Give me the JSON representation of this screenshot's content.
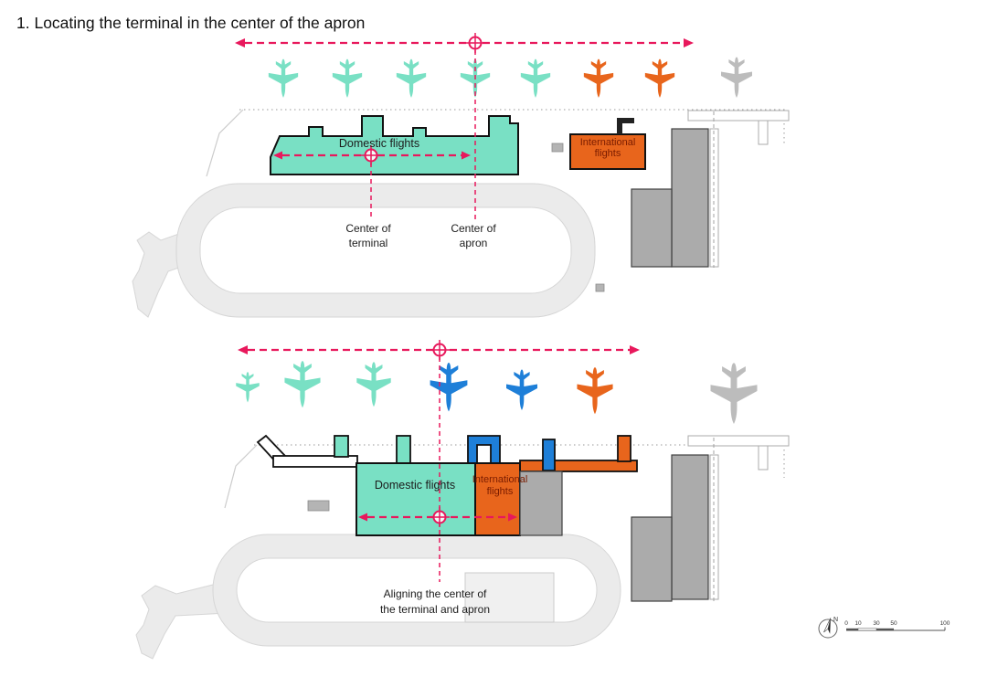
{
  "title": "1. Locating the terminal in the center of the apron",
  "colors": {
    "domestic_teal": "#79E0C4",
    "international_orange": "#E8651C",
    "widebody_blue": "#1E7FD8",
    "centerline_magenta": "#E8185C",
    "building_gray": "#ABABAB",
    "apron_pavement_gray": "#EBEBEB",
    "aircraft_gray": "#BCBCBC"
  },
  "top_diagram": {
    "domestic_terminal_label": "Domestic flights",
    "international_terminal_label_line1": "International",
    "international_terminal_label_line2": "flights",
    "center_of_terminal_callout_line1": "Center of",
    "center_of_terminal_callout_line2": "terminal",
    "center_of_apron_callout_line1": "Center of",
    "center_of_apron_callout_line2": "apron"
  },
  "bottom_diagram": {
    "domestic_terminal_label": "Domestic flights",
    "international_terminal_label_line1": "International",
    "international_terminal_label_line2": "flights",
    "caption_line1": "Aligning the center of",
    "caption_line2": "the terminal and apron"
  },
  "map_legend": {
    "north_label": "N",
    "scale_ticks": [
      "0",
      "10",
      "30",
      "50",
      "100"
    ]
  }
}
